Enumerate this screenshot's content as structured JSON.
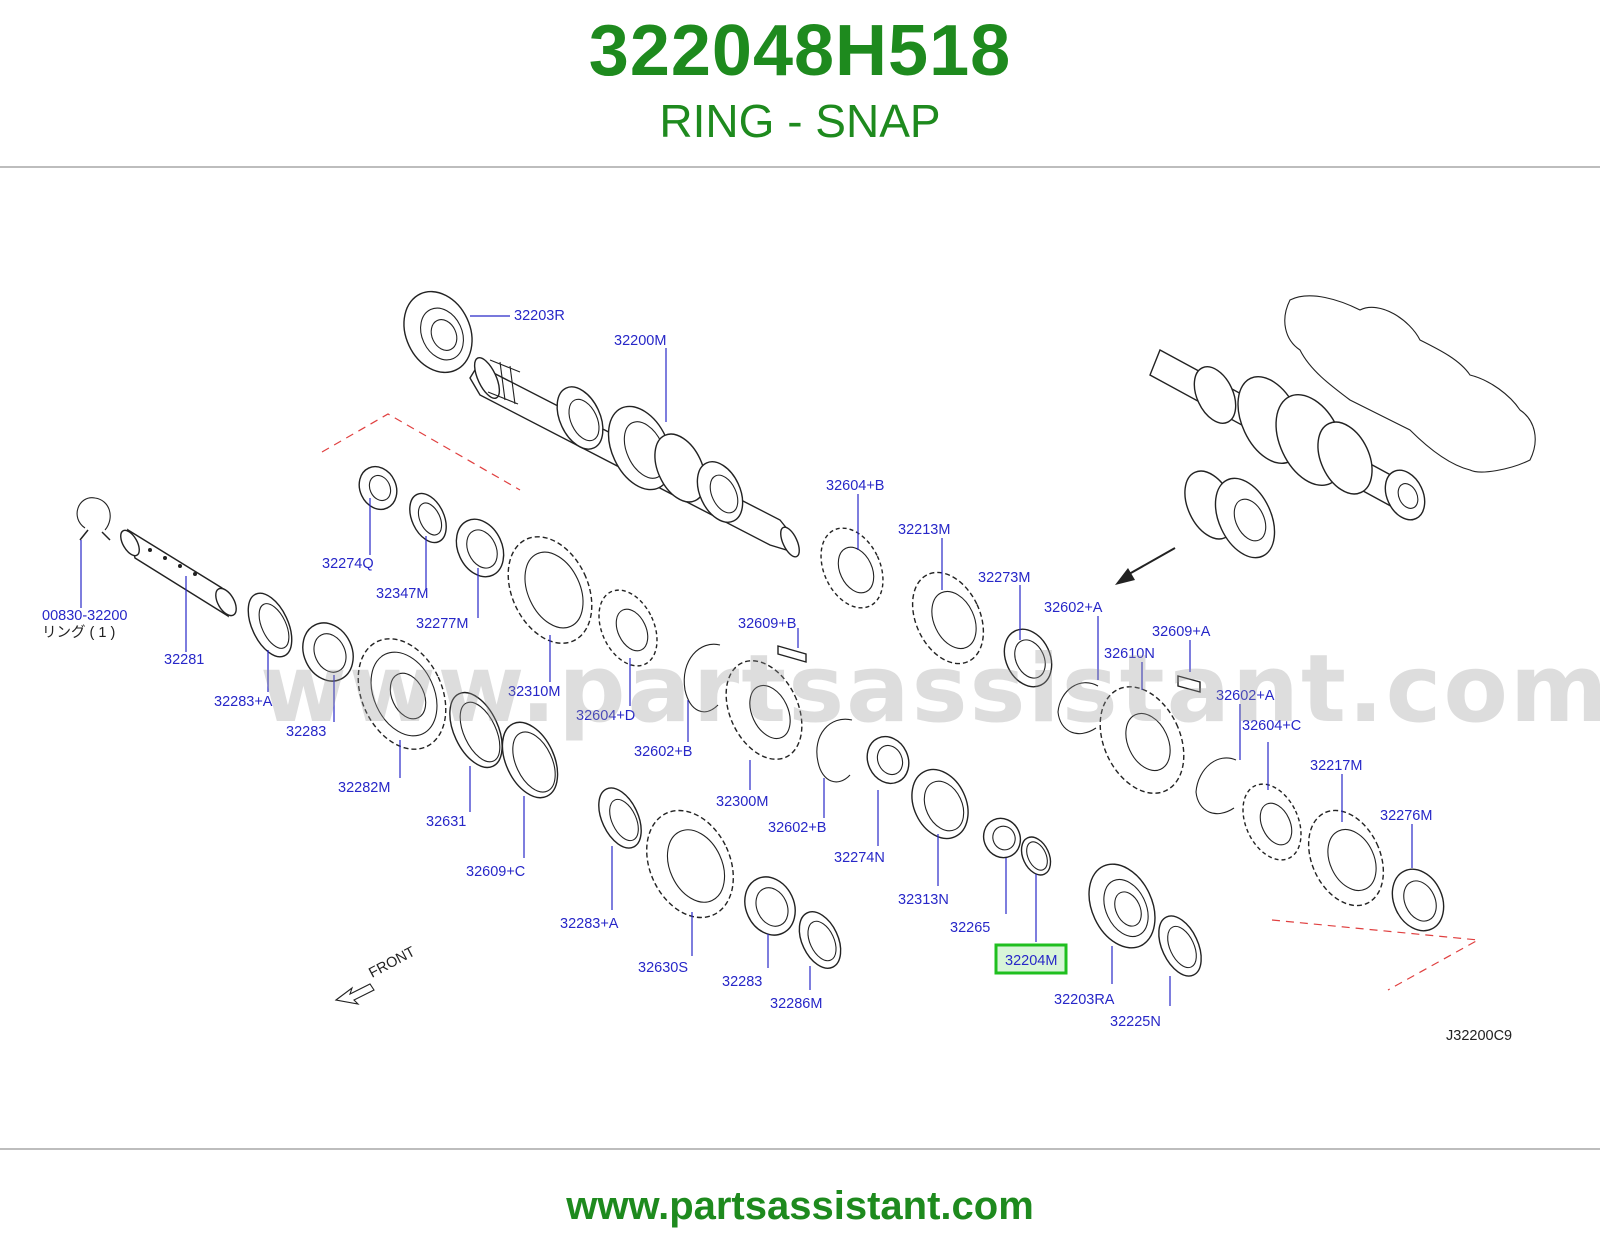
{
  "header": {
    "part_number": "322048H518",
    "part_name": "RING - SNAP"
  },
  "diagram": {
    "code": "J32200C9",
    "front_label": "FRONT",
    "highlighted_callout": "32204M",
    "highlight_color": "#1fbf1f",
    "label_color": "#2727c8",
    "callouts": {
      "c32203R": "32203R",
      "c32200M": "32200M",
      "c32604B": "32604+B",
      "c32213M": "32213M",
      "c32273M": "32273M",
      "c32602A1": "32602+A",
      "c32609A": "32609+A",
      "c32610N": "32610N",
      "c32602A2": "32602+A",
      "c32604C": "32604+C",
      "c32217M": "32217M",
      "c32276M": "32276M",
      "c00830": "00830-32200",
      "c00830_sub": "リング ( 1 )",
      "c32274Q": "32274Q",
      "c32347M": "32347M",
      "c32277M": "32277M",
      "c32281": "32281",
      "c32283A1": "32283+A",
      "c32283_1": "32283",
      "c32282M": "32282M",
      "c32310M": "32310M",
      "c32604D": "32604+D",
      "c32609B": "32609+B",
      "c32602B1": "32602+B",
      "c32300M": "32300M",
      "c32602B2": "32602+B",
      "c32274N": "32274N",
      "c32313N": "32313N",
      "c32265": "32265",
      "c32204M": "32204M",
      "c32203RA": "32203RA",
      "c32225N": "32225N",
      "c32631": "32631",
      "c32609C": "32609+C",
      "c32283A2": "32283+A",
      "c32630S": "32630S",
      "c32283_2": "32283",
      "c32286M": "32286M"
    }
  },
  "watermark": "www.partsassistant.com",
  "footer": {
    "url": "www.partsassistant.com"
  }
}
